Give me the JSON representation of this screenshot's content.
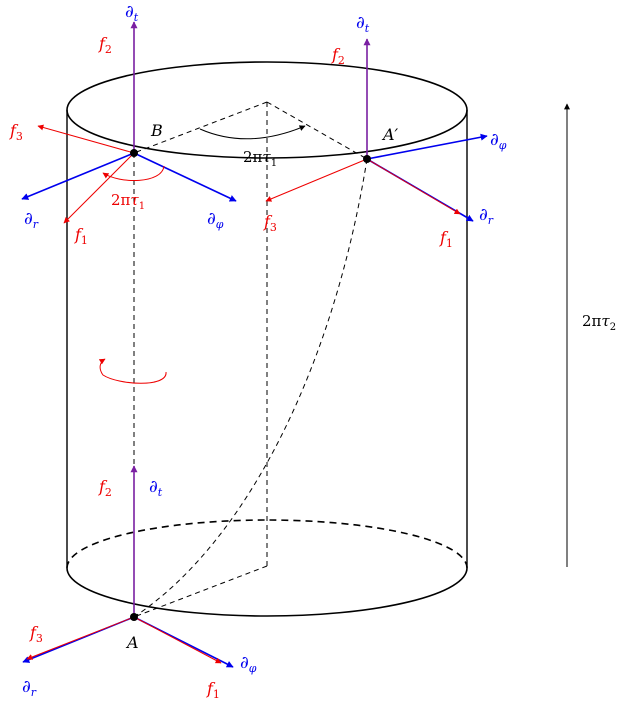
{
  "colors": {
    "blue": "#0000ee",
    "red": "#ee0000",
    "purple": "#7a1fa2",
    "black": "#000000"
  },
  "points": {
    "A": "A",
    "B": "B",
    "A_prime": "A′"
  },
  "vectors": {
    "d": "∂",
    "f": "f",
    "t": "t",
    "r": "r",
    "phi": "φ",
    "one": "1",
    "two": "2",
    "three": "3"
  },
  "angles": {
    "prefix": "2π",
    "tau": "τ",
    "one": "1",
    "two": "2"
  }
}
